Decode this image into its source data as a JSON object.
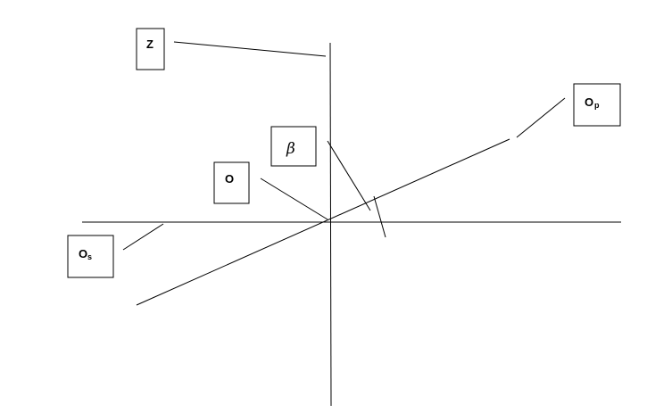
{
  "labels": {
    "z": "Z",
    "beta": "β",
    "origin": "O",
    "o_s_main": "O",
    "o_s_sub": "s",
    "o_p_main": "O",
    "o_p_sub": "p"
  }
}
